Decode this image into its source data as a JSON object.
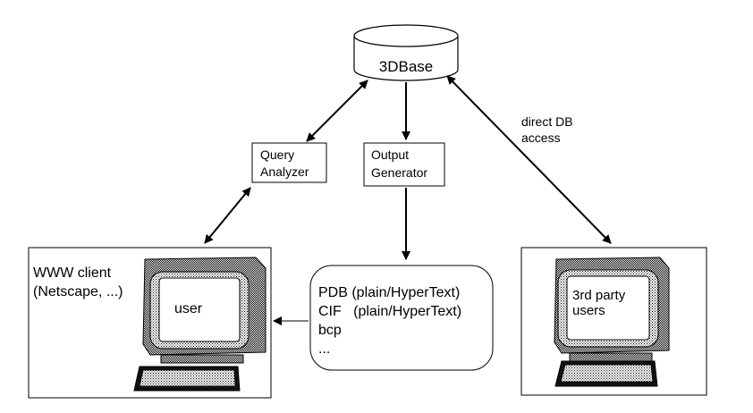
{
  "database": {
    "label": "3DBase"
  },
  "query_analyzer": {
    "line1": "Query",
    "line2": "Analyzer"
  },
  "output_generator": {
    "line1": "Output",
    "line2": "Generator"
  },
  "direct_access": {
    "line1": "direct DB",
    "line2": "access"
  },
  "www_client": {
    "line1": "WWW client",
    "line2": "(Netscape, ...)",
    "screen_label": "user"
  },
  "third_party": {
    "screen_line1": "3rd party",
    "screen_line2": "users"
  },
  "formats": {
    "items": [
      "PDB (plain/HyperText)",
      "CIF   (plain/HyperText)",
      "bcp",
      "..."
    ]
  }
}
